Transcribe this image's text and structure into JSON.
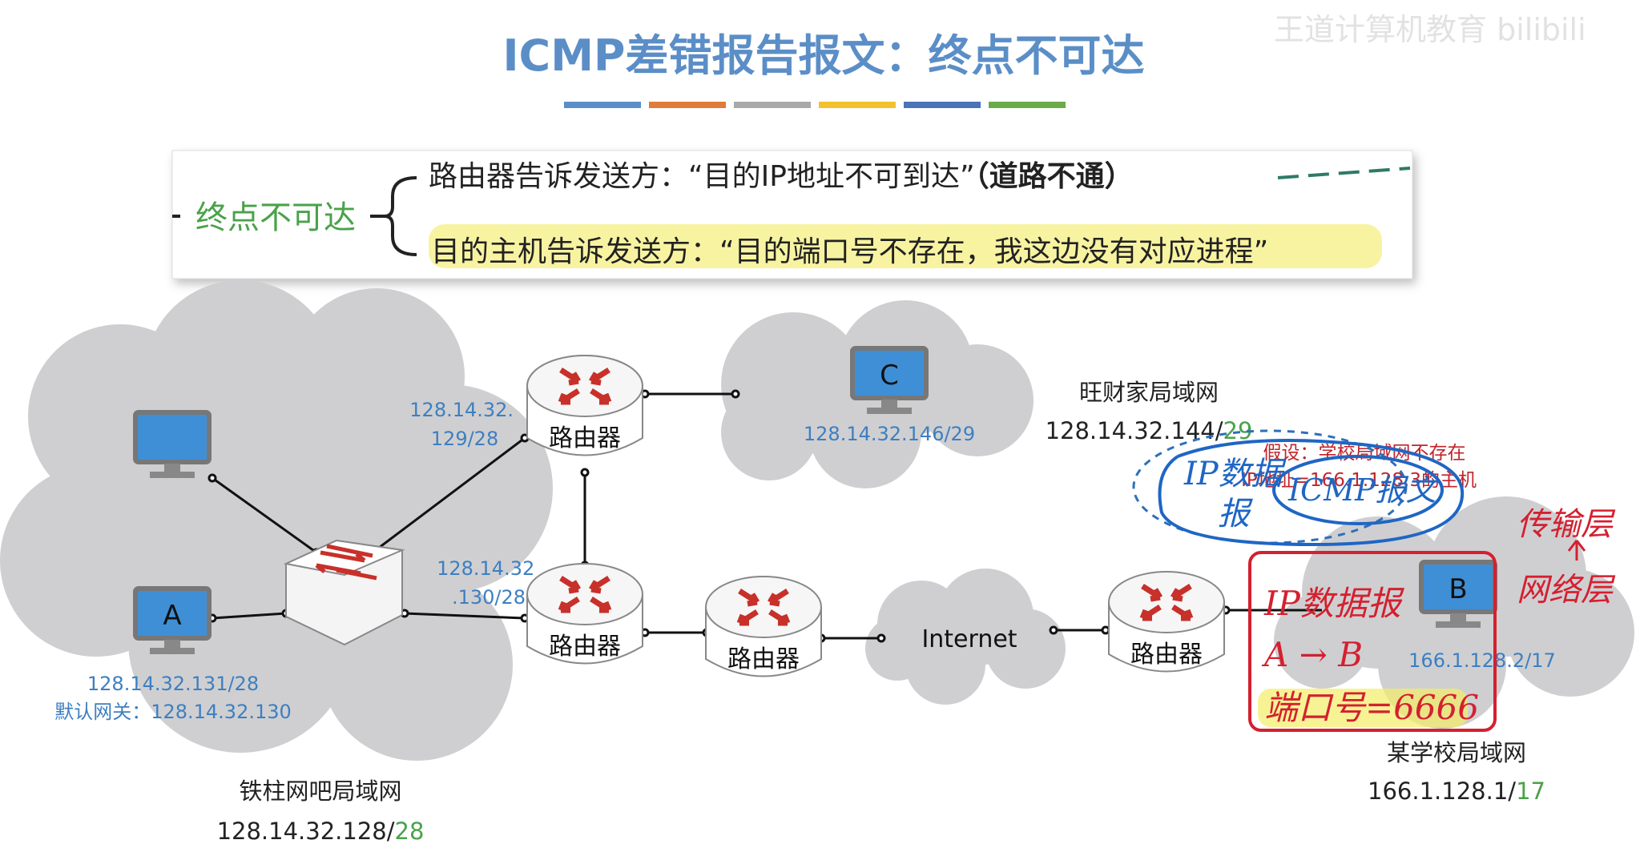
{
  "watermark": "王道计算机教育 bilibili",
  "title": "ICMP差错报告报文：终点不可达",
  "title_bar_colors": [
    "#5b8ec7",
    "#e07b39",
    "#a9a9a9",
    "#f2c12e",
    "#4a73b8",
    "#6cab49"
  ],
  "summary": {
    "topic": "终点不可达",
    "line1_main": "路由器告诉发送方：“目的IP地址不可到达”",
    "line1_bold": "（道路不通）",
    "line2": "目的主机告诉发送方：“目的端口号不存在，我这边没有对应进程”"
  },
  "lan_left": {
    "name": "铁柱网吧局域网",
    "net": "128.14.32.128/",
    "prefix": "28",
    "host_a_label": "A",
    "host_a_ip": "128.14.32.131/28",
    "host_a_gw": "默认网关：128.14.32.130",
    "router_top_ip1": "128.14.32.",
    "router_top_ip2": "129/28",
    "router_mid_ip1": "128.14.32",
    "router_mid_ip2": ".130/28"
  },
  "lan_c": {
    "name": "旺财家局域网",
    "net": "128.14.32.144/",
    "prefix": "29",
    "host_label": "C",
    "host_ip": "128.14.32.146/29"
  },
  "internet_label": "Internet",
  "router_label": "路由器",
  "lan_b": {
    "name": "某学校局域网",
    "net": "166.1.128.1/",
    "prefix": "17",
    "host_label": "B",
    "host_ip": "166.1.128.2/17"
  },
  "annotations": {
    "assume_line1": "假设：学校局域网不存在",
    "assume_line2": "IP地址=166.1.128.3的主机",
    "ip_datagram": "IP数据",
    "ip_datagram2": "报",
    "icmp_msg": "ICMP报文",
    "transport": "传输层",
    "network": "网络层",
    "box_line1": "IP数据报",
    "box_line2": "A → B",
    "box_line3": "端口号=6666"
  }
}
